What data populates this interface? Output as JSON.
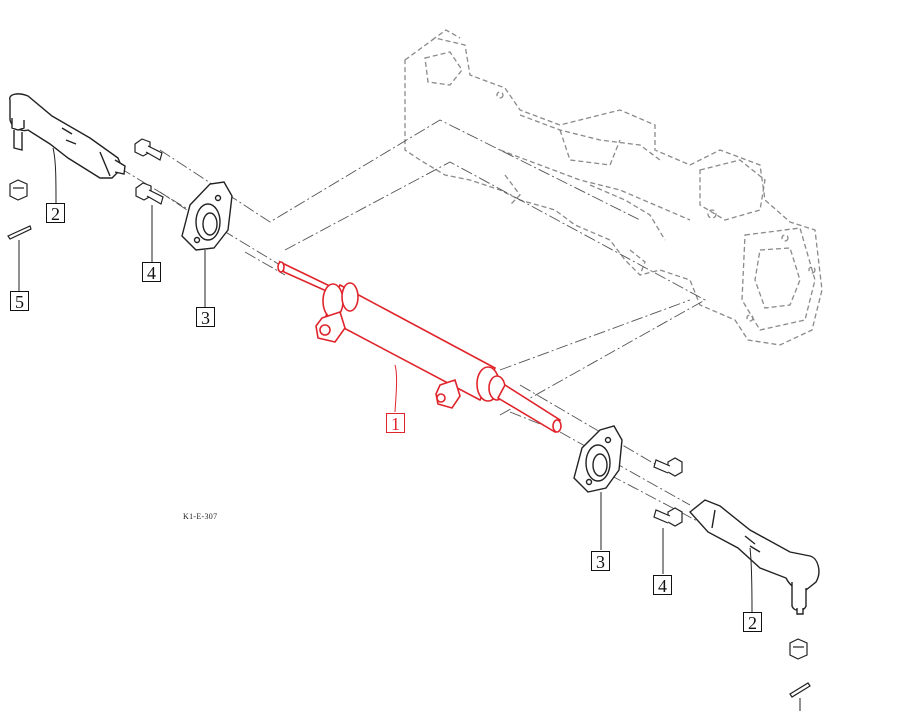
{
  "diagram": {
    "drawing_code": "K1-E-307",
    "highlight_color": "#e0242b",
    "line_color": "#222222",
    "ghost_color": "#8a8a8a",
    "callouts": {
      "c1": "1",
      "c2a": "2",
      "c2b": "2",
      "c3a": "3",
      "c3b": "3",
      "c4a": "4",
      "c4b": "4",
      "c5": "5"
    }
  }
}
